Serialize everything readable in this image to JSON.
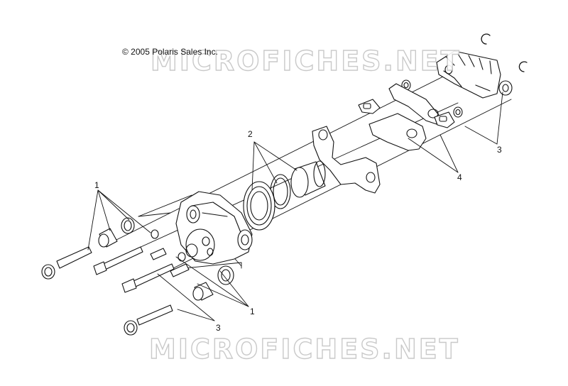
{
  "copyright": "© 2005 Polaris Sales Inc.",
  "watermark": "MICROFICHES.NET",
  "callouts": {
    "left_1": "1",
    "bottom_1": "1",
    "label_2": "2",
    "right_3": "3",
    "bottom_3": "3",
    "label_4": "4"
  },
  "colors": {
    "line": "#111111",
    "watermark_outline": "#c4c4c4"
  }
}
